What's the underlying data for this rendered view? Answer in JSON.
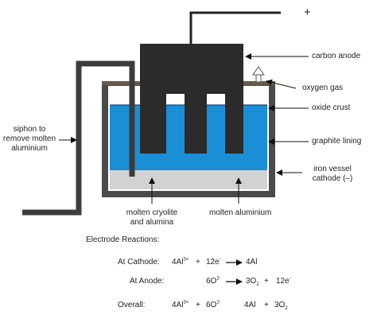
{
  "terminal_sign": "+",
  "labels": {
    "carbon_anode": "carbon anode",
    "oxygen_gas": "oxygen gas",
    "oxide_crust": "oxide crust",
    "graphite_lining": "graphite lining",
    "iron_vessel_cathode": "iron vessel cathode (–)",
    "siphon": "siphon to remove molten aluminium",
    "molten_cryolite": "molten cryolite and alumina",
    "molten_aluminium": "molten aluminium"
  },
  "reactions": {
    "heading": "Electrode Reactions:",
    "cathode": {
      "label": "At Cathode:",
      "al": "4Al",
      "al_charge": "3+",
      "plus": "+",
      "e": "12e",
      "e_charge": "-",
      "product": "4Al"
    },
    "anode": {
      "label": "At Anode:",
      "o": "6O",
      "o_charge": "2-",
      "product_a": "3O",
      "product_a_sub": "2",
      "plus": "+",
      "e": "12e",
      "e_charge": "-"
    },
    "overall": {
      "label": "Overall:",
      "al": "4Al",
      "al_charge": "3+",
      "plus1": "+",
      "o": "6O",
      "o_charge": "2-",
      "al_product": "4Al",
      "plus2": "+",
      "o2": "3O",
      "o2_sub": "2"
    }
  },
  "colors": {
    "anode": "#2b2b2b",
    "electrolyte": "#1a8fd6",
    "molten_aluminium": "#d2d2d2",
    "vessel": "#4a4a4a",
    "crust": "#6a5a4a"
  }
}
